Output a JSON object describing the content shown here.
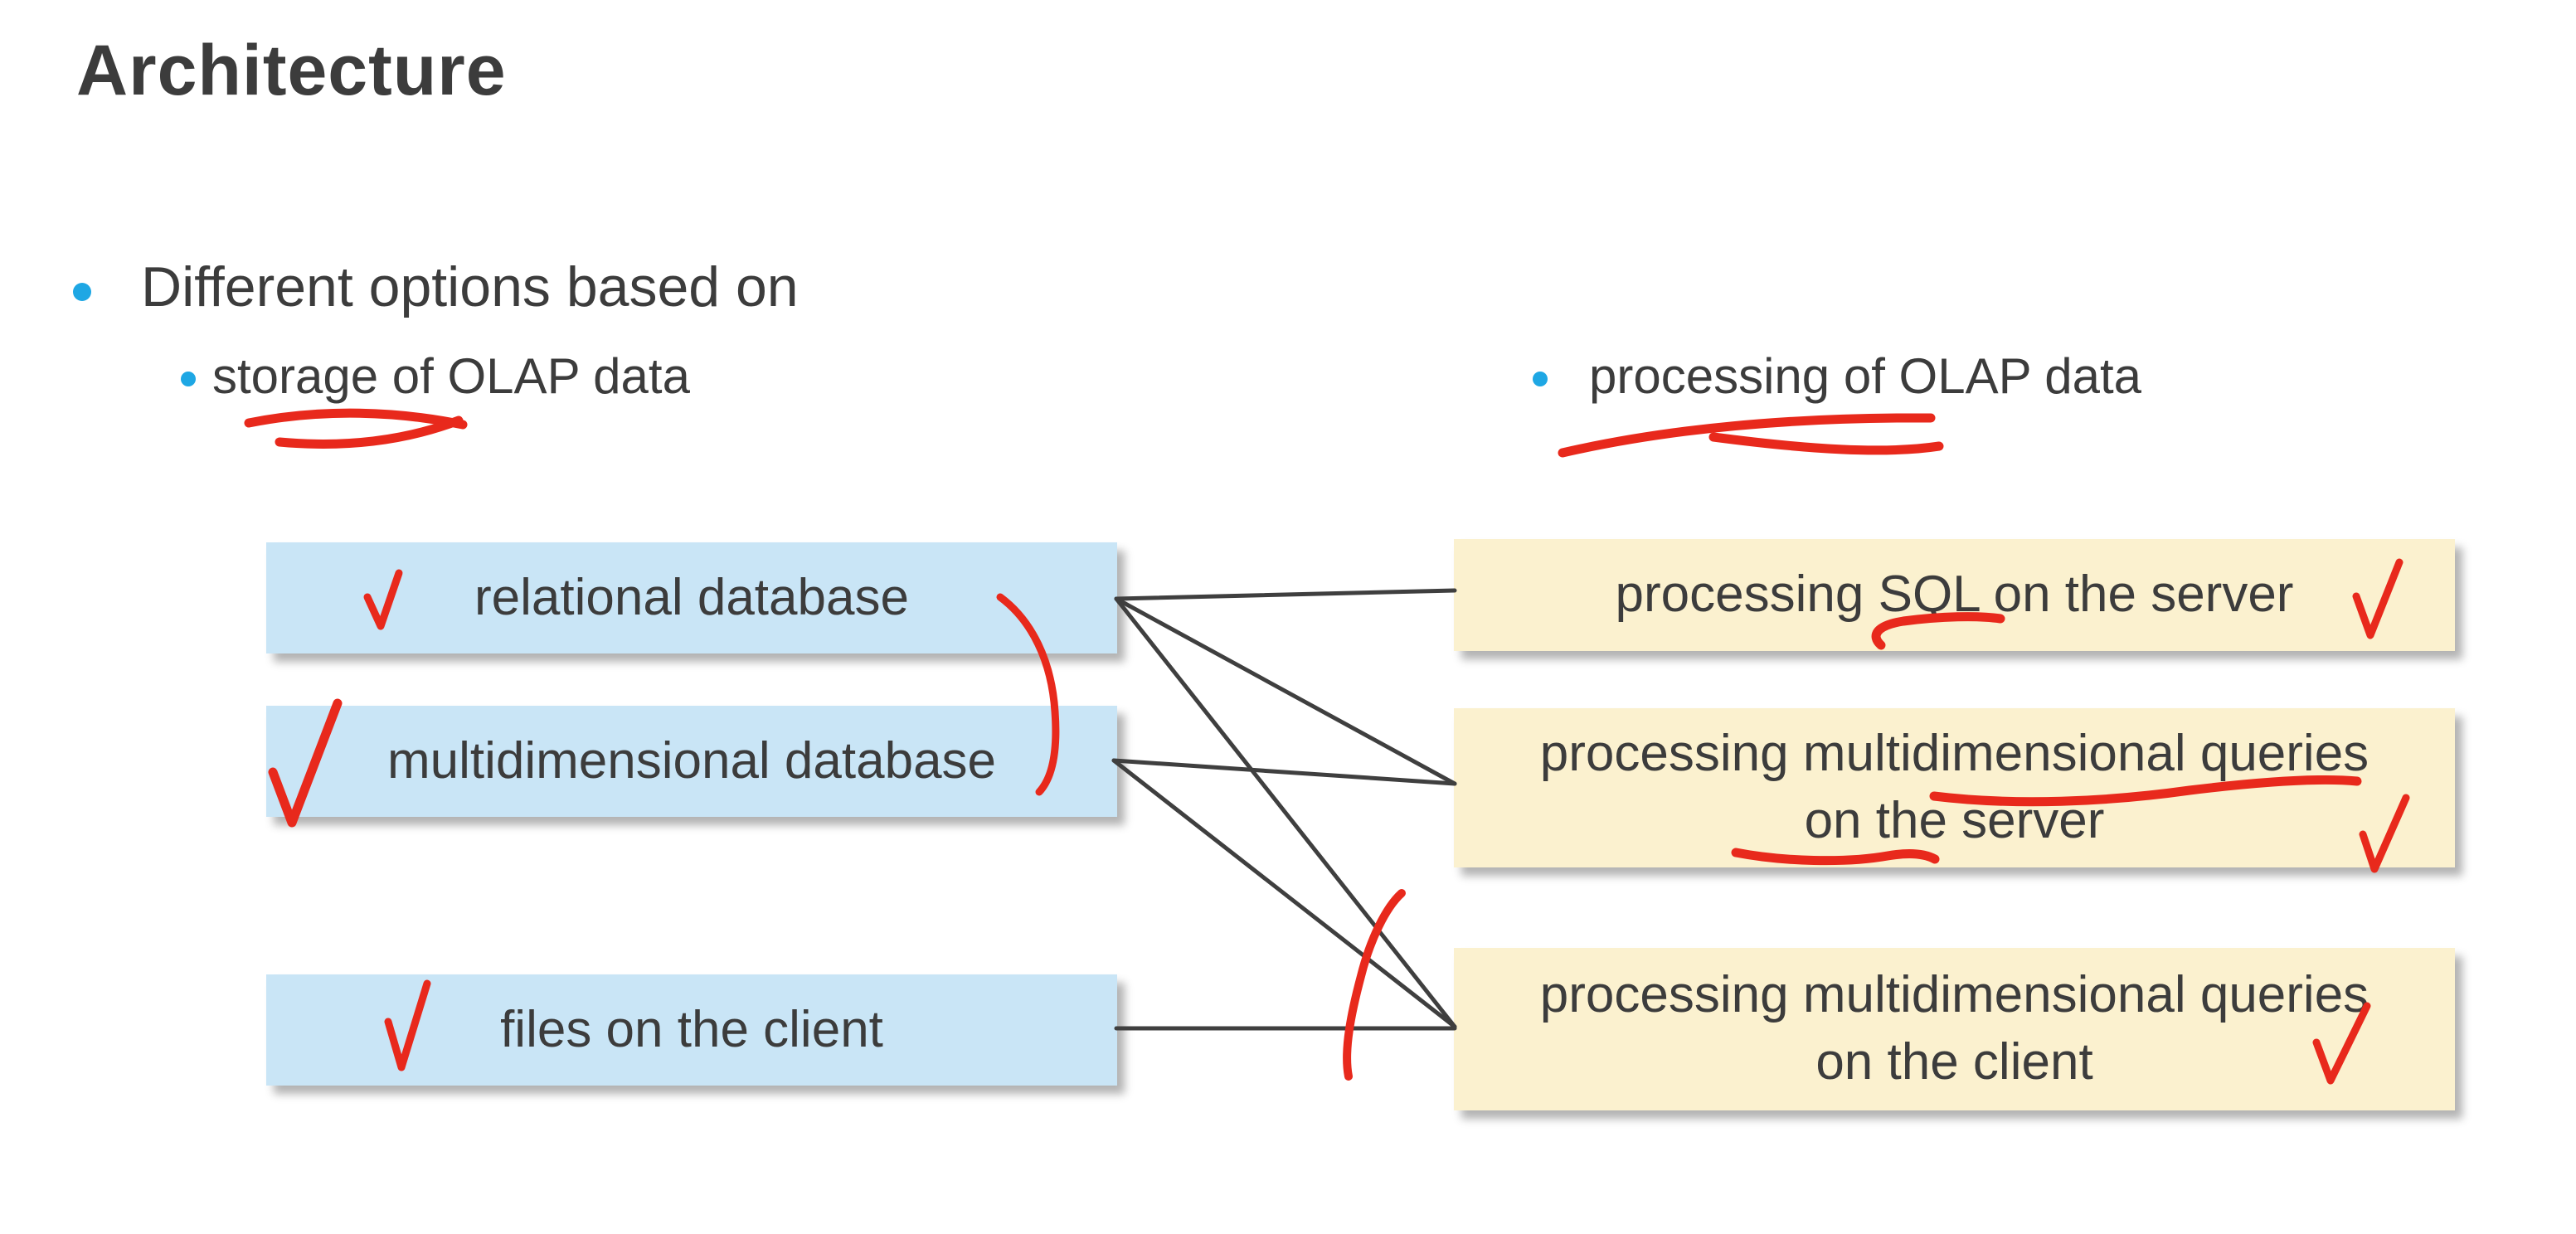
{
  "colors": {
    "background": "#ffffff",
    "text": "#3c3c3c",
    "bullet_blue": "#1ea7e4",
    "storage_box_fill": "#c9e5f6",
    "processing_box_fill": "#fbf1cf",
    "connector": "#3f3f3f",
    "annotation_red": "#e8291c"
  },
  "slide": {
    "title": "Architecture",
    "main_bullet": "Different options based on",
    "left_sub_bullet": "storage of OLAP data",
    "right_sub_bullet": "processing of OLAP data",
    "storage_options": [
      "relational database",
      "multidimensional database",
      "files on the client"
    ],
    "processing_options": [
      "processing SQL on the server",
      "processing multidimensional queries on the server",
      "processing multidimensional queries on the client"
    ],
    "connections": [
      {
        "from": "relational database",
        "to": "processing SQL on the server"
      },
      {
        "from": "relational database",
        "to": "processing multidimensional queries on the server"
      },
      {
        "from": "relational database",
        "to": "processing multidimensional queries on the client"
      },
      {
        "from": "multidimensional database",
        "to": "processing multidimensional queries on the server"
      },
      {
        "from": "multidimensional database",
        "to": "processing multidimensional queries on the client"
      },
      {
        "from": "files on the client",
        "to": "processing multidimensional queries on the client"
      }
    ],
    "annotations": {
      "checkmarked_items": [
        "relational database",
        "multidimensional database",
        "files on the client",
        "processing SQL on the server",
        "processing multidimensional queries on the server",
        "processing multidimensional queries on the client"
      ],
      "underlined_words": [
        "storage",
        "processing",
        "SQL",
        "multidimensional",
        "queries"
      ]
    }
  }
}
